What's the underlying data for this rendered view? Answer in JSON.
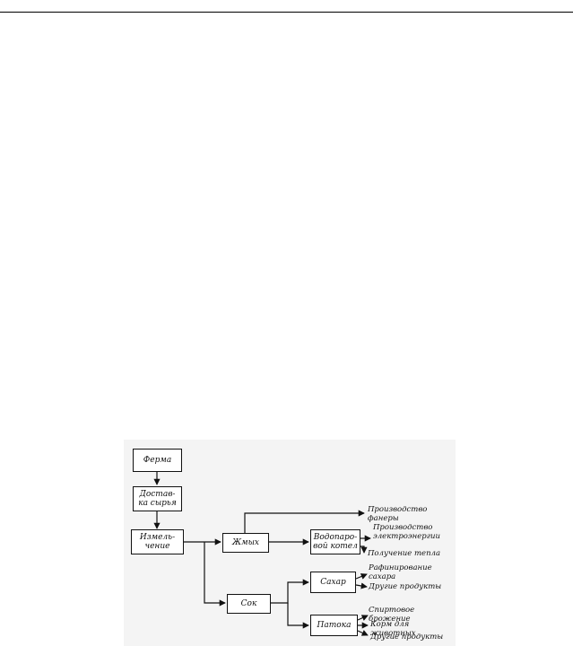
{
  "diagram": {
    "nodes": {
      "farm": "Ферма",
      "delivery": "Достав-\nка сырья",
      "grinding": "Измель-\nчение",
      "bagasse": "Жмых",
      "boiler": "Водопаро-\nвой котел",
      "juice": "Сок",
      "sugar": "Сахар",
      "molasses": "Патока"
    },
    "outputs": {
      "plywood": "Производство\nфанеры",
      "electricity": "Производство\nэлектроэнергии",
      "heat": "Получение тепла",
      "refining": "Рафинирование\nсахара",
      "other_sugar": "Другие продукты",
      "fermentation": "Спиртовое брожение",
      "feed": "Корм для животных",
      "other_molasses": "Другие продукты"
    }
  }
}
